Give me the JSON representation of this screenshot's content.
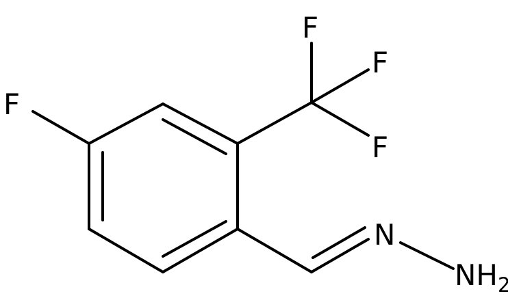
{
  "molecule": {
    "atoms": {
      "f_ring": "F",
      "f_top": "F",
      "f_right": "F",
      "f_lower": "F",
      "n_imine": "N",
      "n_amine": "NH",
      "n_amine_sub": "2"
    }
  },
  "colors": {
    "bond": "#000000",
    "label": "#000000",
    "background": "#ffffff"
  }
}
